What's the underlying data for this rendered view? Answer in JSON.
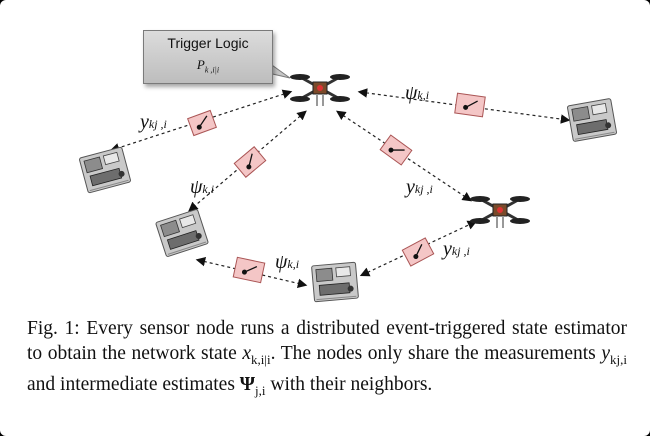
{
  "figure": {
    "trigger_box": {
      "title": "Trigger Logic",
      "symbol": "P",
      "symbol_sub": "k ,i|i"
    },
    "labels": {
      "y_left": {
        "main": "y",
        "sub": "kj ,i"
      },
      "psi_top": {
        "main": "ψ",
        "sub": "k,i"
      },
      "psi_left": {
        "main": "ψ",
        "sub": "k,i"
      },
      "y_mid": {
        "main": "y",
        "sub": "kj ,i"
      },
      "y_right": {
        "main": "y",
        "sub": "kj ,i"
      },
      "psi_bottom": {
        "main": "ψ",
        "sub": "k,i"
      }
    },
    "colors": {
      "switch_fill": "#f4c6c6",
      "switch_border": "#a55",
      "callout": "#cccccc"
    }
  },
  "caption": {
    "prefix": "Fig. 1: Every sensor node runs a distributed event-triggered state estimator to obtain the network state ",
    "x_sym": "x",
    "x_sub": "k,i|i",
    "mid": ". The nodes only share the measurements ",
    "y_sym": "y",
    "y_sub": "kj,i",
    "mid2": " and intermediate estimates ",
    "psi_sym": "Ψ",
    "psi_sub": "j,i",
    "suffix": " with their neighbors."
  }
}
